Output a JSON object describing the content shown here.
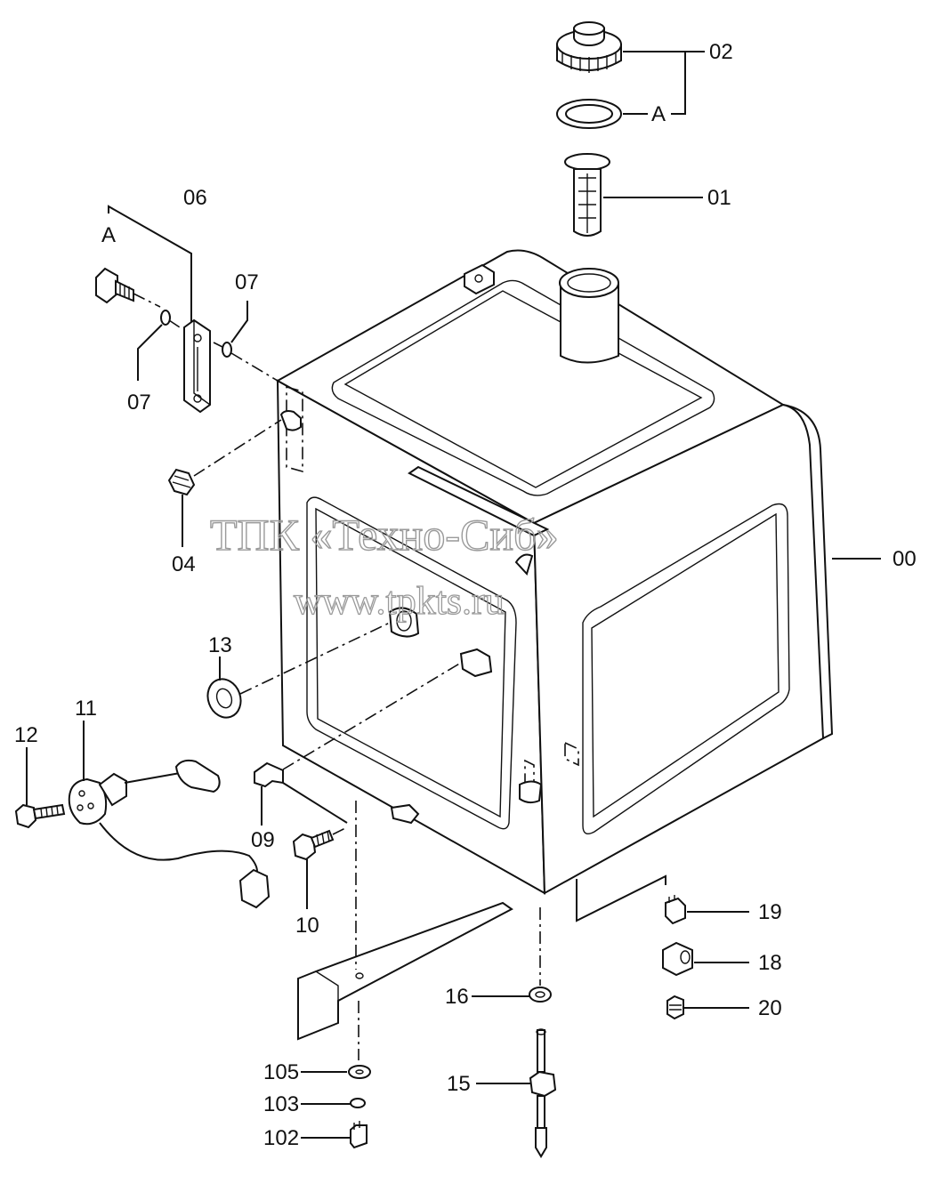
{
  "labels": {
    "l00": "00",
    "l01": "01",
    "l02": "02",
    "lA_top": "A",
    "l04": "04",
    "l06": "06",
    "l07_right": "07",
    "l07_left": "07",
    "lA_left": "A",
    "l09": "09",
    "l10": "10",
    "l11": "11",
    "l12": "12",
    "l13": "13",
    "l15": "15",
    "l16": "16",
    "l18": "18",
    "l19": "19",
    "l20": "20",
    "l102": "102",
    "l103": "103",
    "l105": "105"
  },
  "watermark": {
    "line1": "ТПК «Техно-Сиб»",
    "line2": "www.tpkts.ru"
  }
}
